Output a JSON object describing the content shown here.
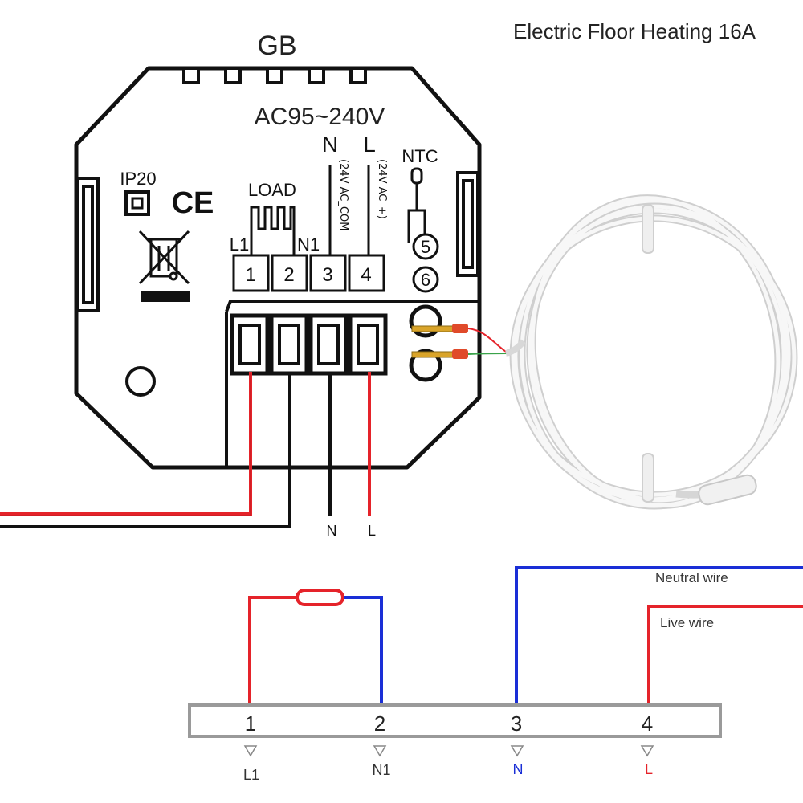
{
  "title": "Electric Floor Heating 16A",
  "device": {
    "standard": "GB",
    "voltage": "AC95~240V",
    "ip_rating": "IP20",
    "ce_mark": "CE",
    "load_label": "LOAD",
    "n_label": "N",
    "l_label": "L",
    "n_sub": "(24V AC_COM",
    "l_sub": "(24V AC_+)",
    "ntc_label": "NTC",
    "l1_label": "L1",
    "n1_label": "N1",
    "terminals": [
      "1",
      "2",
      "3",
      "4"
    ],
    "ntc_terminals": [
      "5",
      "6"
    ]
  },
  "cable_labels": {
    "n": "N",
    "l": "L"
  },
  "schematic": {
    "terminals": [
      "1",
      "2",
      "3",
      "4"
    ],
    "below_labels": [
      "L1",
      "N1",
      "N",
      "L"
    ],
    "neutral_label": "Neutral wire",
    "live_label": "Live wire"
  },
  "colors": {
    "red": "#e5232a",
    "blue": "#1a2fd6",
    "black": "#111111",
    "grey": "#9a9a9a"
  }
}
